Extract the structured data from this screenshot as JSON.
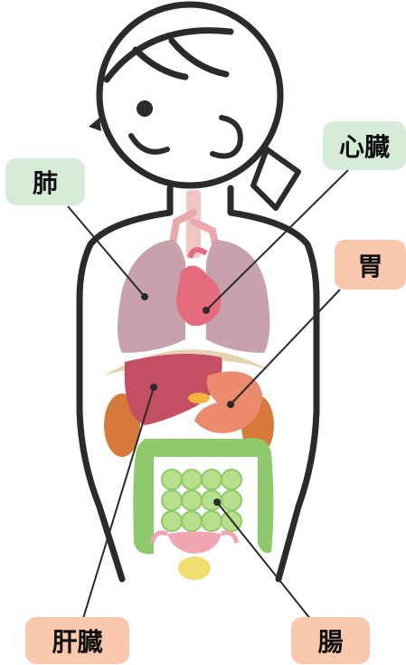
{
  "labels": {
    "lungs": "肺",
    "heart": "心臓",
    "stomach": "胃",
    "liver": "肝臓",
    "intestines": "腸"
  },
  "colors": {
    "green_label": "#d6ecd9",
    "peach_label": "#f9c8ad",
    "outline": "#2b2b2b",
    "lungs": "#c7a1ab",
    "heart": "#e36b7c",
    "liver": "#c44f63",
    "stomach": "#ec8a6d",
    "intestines": "#8ec96b",
    "small_intestine": "#b8df8c"
  }
}
